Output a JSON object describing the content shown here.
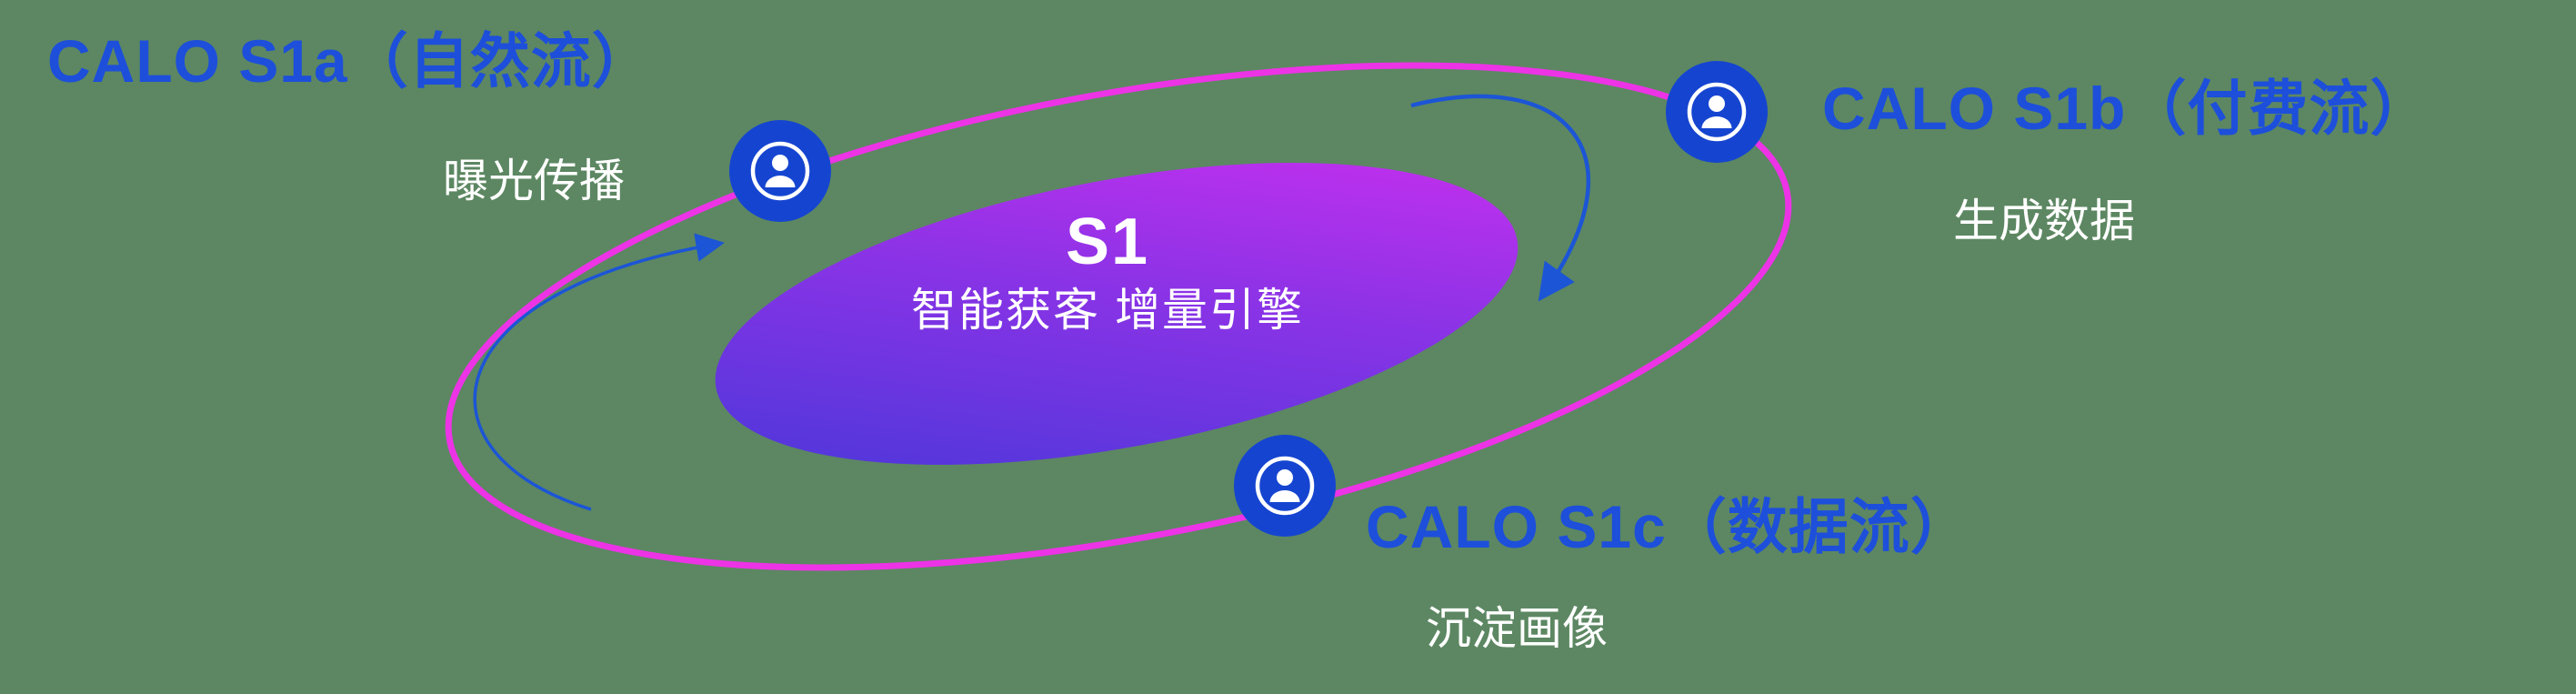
{
  "diagram": {
    "center": {
      "title": "S1",
      "subtitle": "智能获客  增量引擎"
    },
    "nodes": [
      {
        "id": "s1a",
        "label": "CALO S1a（自然流）",
        "sublabel": "曝光传播"
      },
      {
        "id": "s1b",
        "label": "CALO S1b（付费流）",
        "sublabel": "生成数据"
      },
      {
        "id": "s1c",
        "label": "CALO S1c（数据流）",
        "sublabel": "沉淀画像"
      }
    ],
    "colors": {
      "background": "#5c8762",
      "label_blue": "#1d4fdb",
      "node_blue": "#1545d0",
      "orbit_magenta": "#ed33e6",
      "core_gradient_start": "#4338d8",
      "core_gradient_end": "#d12ff0",
      "arrow_blue": "#1c55d6",
      "text_white": "#ffffff"
    }
  }
}
